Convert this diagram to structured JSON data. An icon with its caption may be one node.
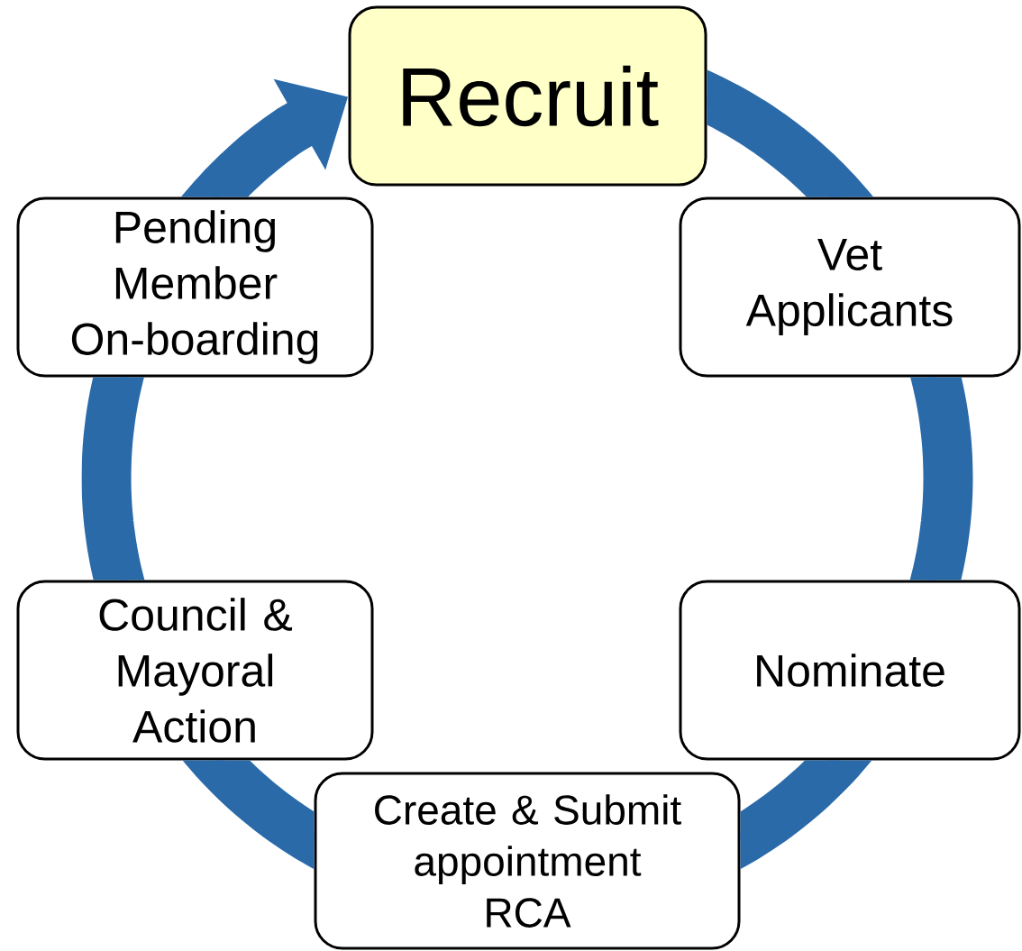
{
  "diagram": {
    "nodes": [
      {
        "text": [
          "Recruit"
        ]
      },
      {
        "text": [
          "Vet Applicants"
        ]
      },
      {
        "text": [
          "Nominate"
        ]
      },
      {
        "text": [
          "Create & Submit appointment RCA"
        ]
      },
      {
        "text": [
          "Council & Mayoral Action"
        ]
      },
      {
        "text": [
          "Pending Member On-boarding"
        ]
      }
    ],
    "edges": [
      {
        "from": 0,
        "to": 1,
        "arrow": "none"
      },
      {
        "from": 1,
        "to": 2,
        "arrow": "none"
      },
      {
        "from": 2,
        "to": 3,
        "arrow": "none"
      },
      {
        "from": 3,
        "to": 4,
        "arrow": "none"
      },
      {
        "from": 4,
        "to": 5,
        "arrow": "none"
      },
      {
        "from": 5,
        "to": 0,
        "arrow": "to"
      }
    ]
  }
}
